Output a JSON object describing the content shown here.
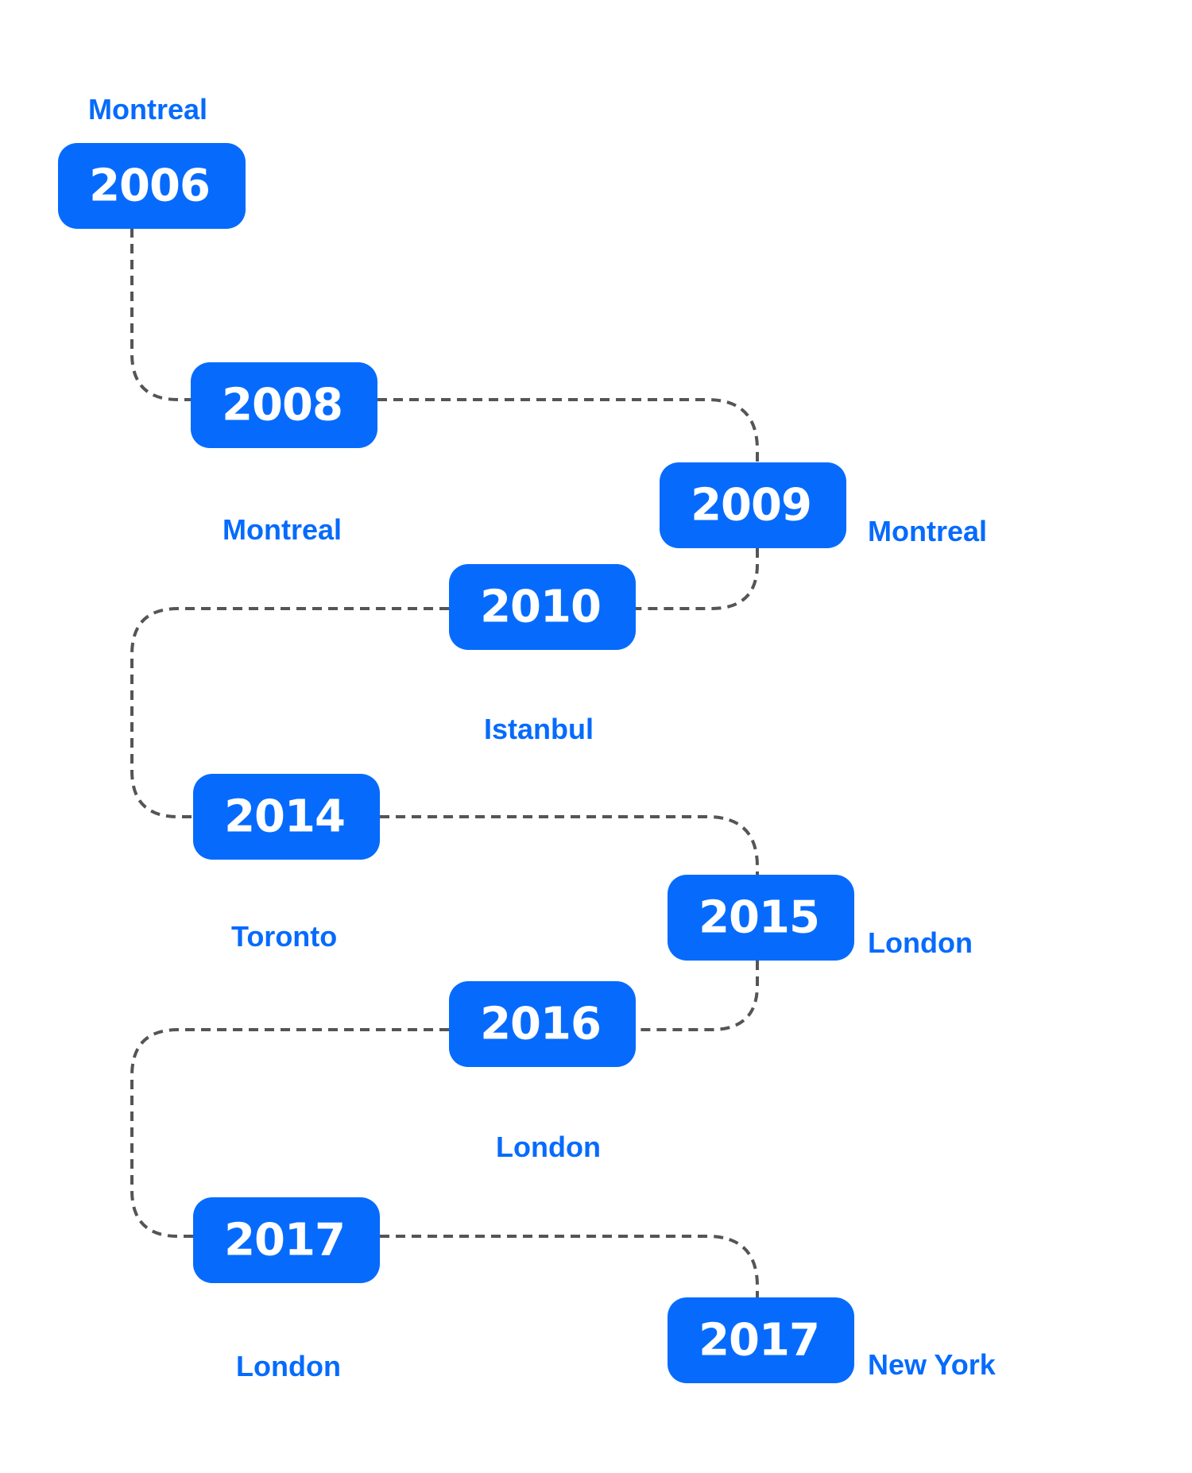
{
  "colors": {
    "box_fill": "#066bfd",
    "box_text": "#ffffff",
    "city_text": "#066bfd",
    "connector": "#555555"
  },
  "timeline": [
    {
      "year": "2006",
      "city": "Montreal"
    },
    {
      "year": "2008",
      "city": "Montreal"
    },
    {
      "year": "2009",
      "city": "Montreal"
    },
    {
      "year": "2010",
      "city": "Istanbul"
    },
    {
      "year": "2014",
      "city": "Toronto"
    },
    {
      "year": "2015",
      "city": "London"
    },
    {
      "year": "2016",
      "city": "London"
    },
    {
      "year": "2017",
      "city": "London"
    },
    {
      "year": "2017",
      "city": "New York"
    }
  ]
}
